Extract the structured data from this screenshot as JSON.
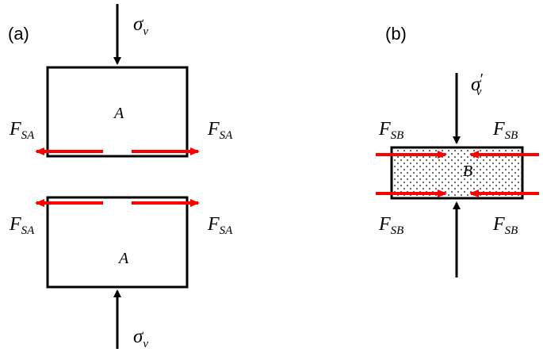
{
  "panels": {
    "a": {
      "label": "(a)",
      "top_block": "A",
      "bottom_block": "A",
      "stress_symbol": "σ",
      "stress_subscript": "v",
      "force_symbol": "F",
      "force_subscript": "SA"
    },
    "b": {
      "label": "(b)",
      "block": "B",
      "stress_symbol": "σ",
      "stress_prime": "′",
      "stress_subscript": "v",
      "force_symbol": "F",
      "force_subscript": "SB"
    }
  },
  "colors": {
    "line": "#000000",
    "shear_arrow": "#ff0000",
    "block_fill": "#ffffff",
    "dot_fill": "#000000"
  }
}
